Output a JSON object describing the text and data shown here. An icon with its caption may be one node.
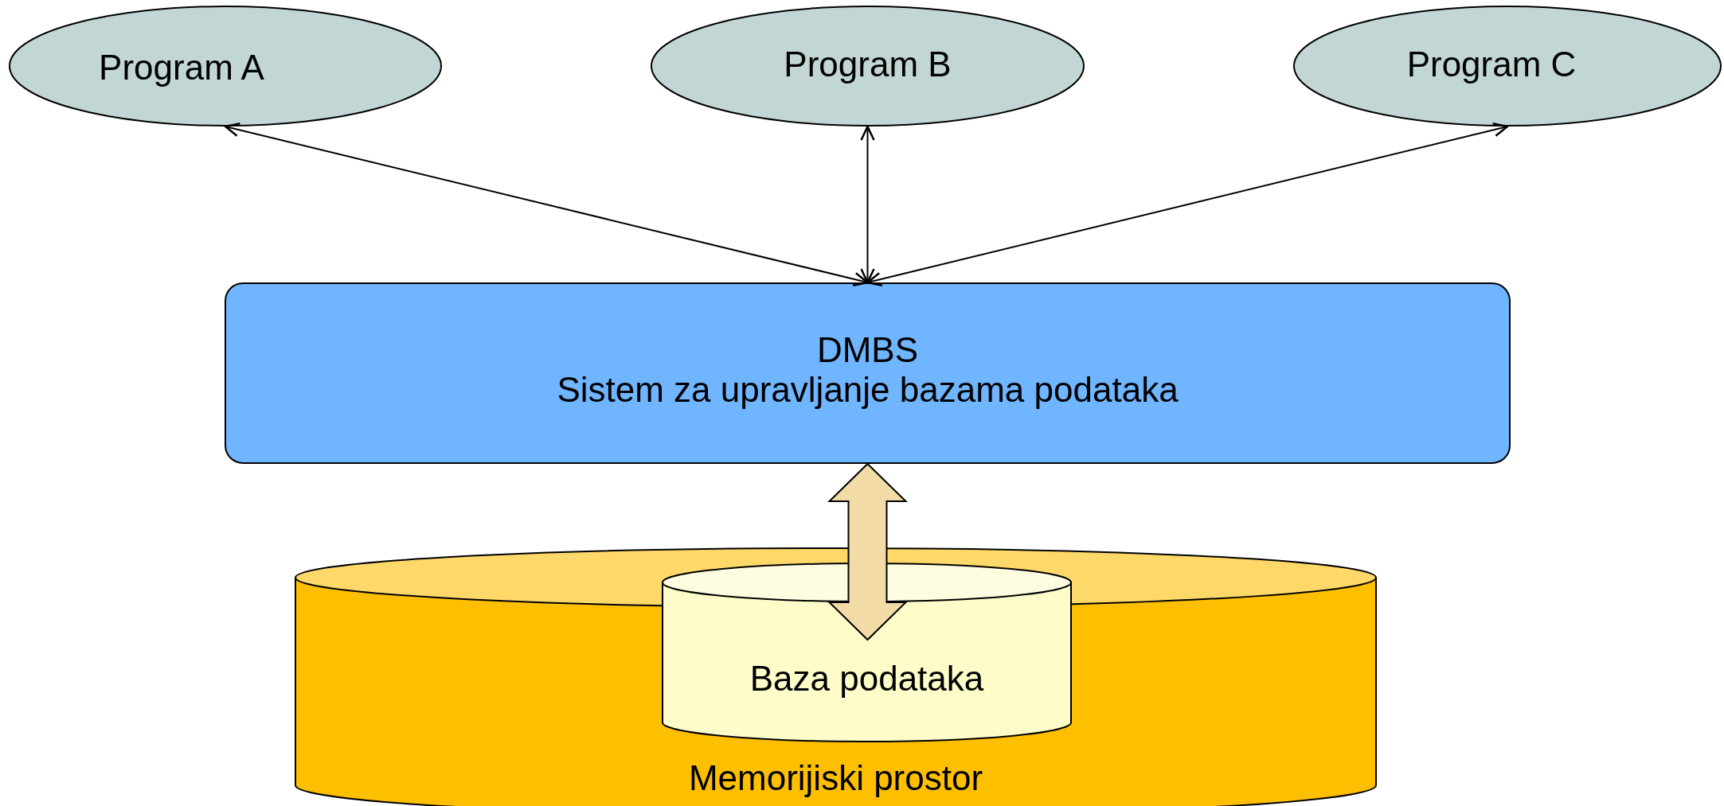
{
  "diagram": {
    "nodes": [
      {
        "text": [
          "Program A"
        ]
      },
      {
        "text": [
          "Program B"
        ]
      },
      {
        "text": [
          "Program C"
        ]
      },
      {
        "text": [
          "DMBS",
          "Sistem za upravljanje bazama podataka"
        ]
      },
      {
        "text": [
          "Memorijiski prostor"
        ]
      },
      {
        "text": [
          "Baza podataka"
        ],
        "in": 4
      }
    ],
    "edges": [
      {
        "from": 3,
        "to": 0,
        "arrow": "both"
      },
      {
        "from": 3,
        "to": 1,
        "arrow": "both"
      },
      {
        "from": 3,
        "to": 2,
        "arrow": "both"
      },
      {
        "from": 3,
        "to": 5,
        "arrow": "both",
        "style": "thick",
        "color": "#f2dba6"
      }
    ]
  }
}
